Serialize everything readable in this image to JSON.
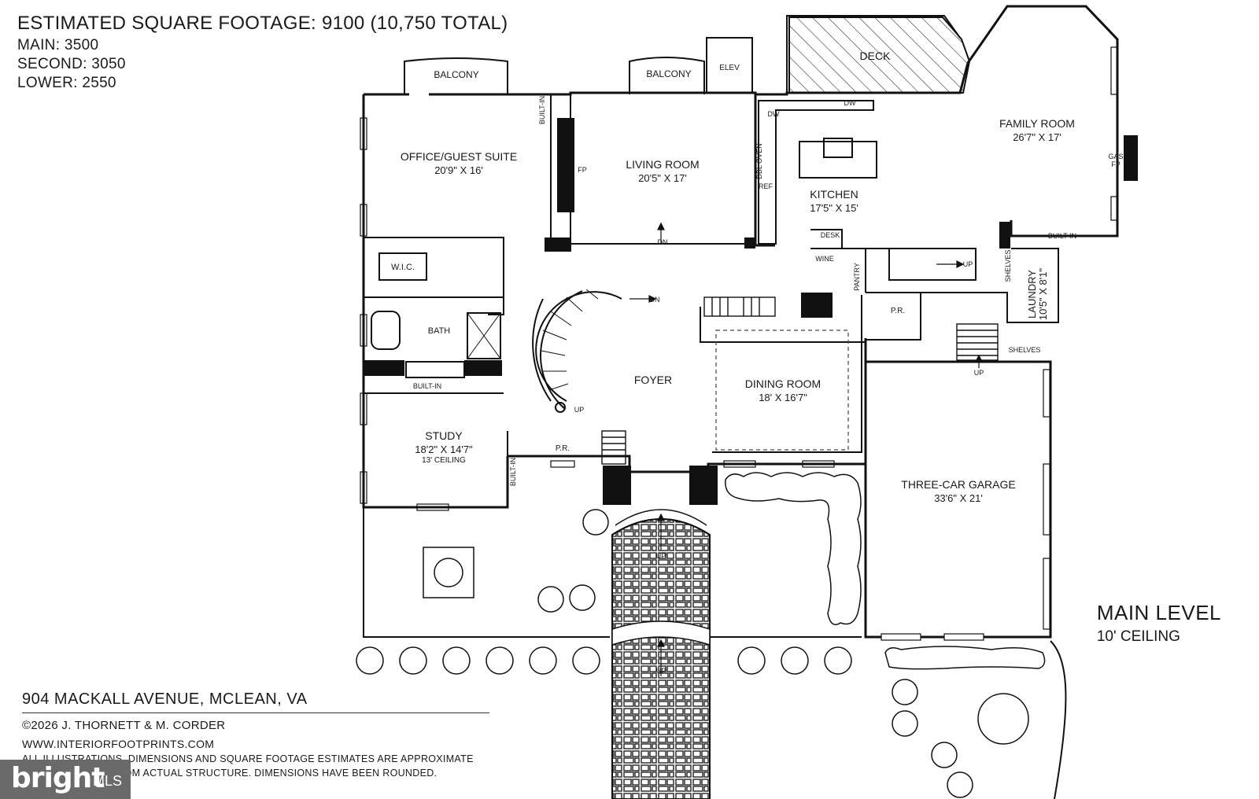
{
  "header": {
    "title": "ESTIMATED SQUARE FOOTAGE: 9100 (10,750 TOTAL)",
    "main": "MAIN: 3500",
    "second": "SECOND: 3050",
    "lower": "LOWER: 2550"
  },
  "level": {
    "name": "MAIN LEVEL",
    "ceiling": "10' CEILING"
  },
  "rooms": {
    "office": {
      "name": "OFFICE/GUEST SUITE",
      "dim": "20'9\" X 16'"
    },
    "living": {
      "name": "LIVING ROOM",
      "dim": "20'5\" X 17'"
    },
    "kitchen": {
      "name": "KITCHEN",
      "dim": "17'5\" X 15'"
    },
    "family": {
      "name": "FAMILY ROOM",
      "dim": "26'7\" X 17'"
    },
    "bath": {
      "name": "BATH"
    },
    "wic": {
      "name": "W.I.C."
    },
    "foyer": {
      "name": "FOYER"
    },
    "dining": {
      "name": "DINING ROOM",
      "dim": "18' X 16'7\""
    },
    "study": {
      "name": "STUDY",
      "dim": "18'2\" X 14'7\"",
      "note": "13' CEILING"
    },
    "garage": {
      "name": "THREE-CAR GARAGE",
      "dim": "33'6\" X 21'"
    },
    "laundry": {
      "name": "LAUNDRY",
      "dim": "10'5\" X 8'1\""
    },
    "pantry": {
      "name": "PANTRY"
    },
    "pr1": {
      "name": "P.R."
    },
    "pr2": {
      "name": "P.R."
    }
  },
  "labels": {
    "balcony1": "BALCONY",
    "balcony2": "BALCONY",
    "elev": "ELEV",
    "deck": "DECK",
    "fp": "FP",
    "gas": "GAS",
    "gas_fp": "FP",
    "built_in": "BUILT-IN",
    "shelves": "SHELVES",
    "desk": "DESK",
    "wine": "WINE",
    "ref": "REF",
    "dbl_oven": "DBL OVEN",
    "dw": "DW",
    "dn": "DN",
    "up": "UP"
  },
  "footer": {
    "address": "904 MACKALL AVENUE, MCLEAN, VA",
    "copyright": "©2026 J. THORNETT & M. CORDER",
    "website": "WWW.INTERIORFOOTPRINTS.COM",
    "disclaimer1": "ALL ILLUSTRATIONS, DIMENSIONS AND SQUARE FOOTAGE ESTIMATES ARE APPROXIMATE",
    "disclaimer2": "AND MAY DIFFER FROM ACTUAL STRUCTURE. DIMENSIONS HAVE BEEN ROUNDED."
  },
  "badge": {
    "brand": "bright",
    "mls": "MLS"
  }
}
